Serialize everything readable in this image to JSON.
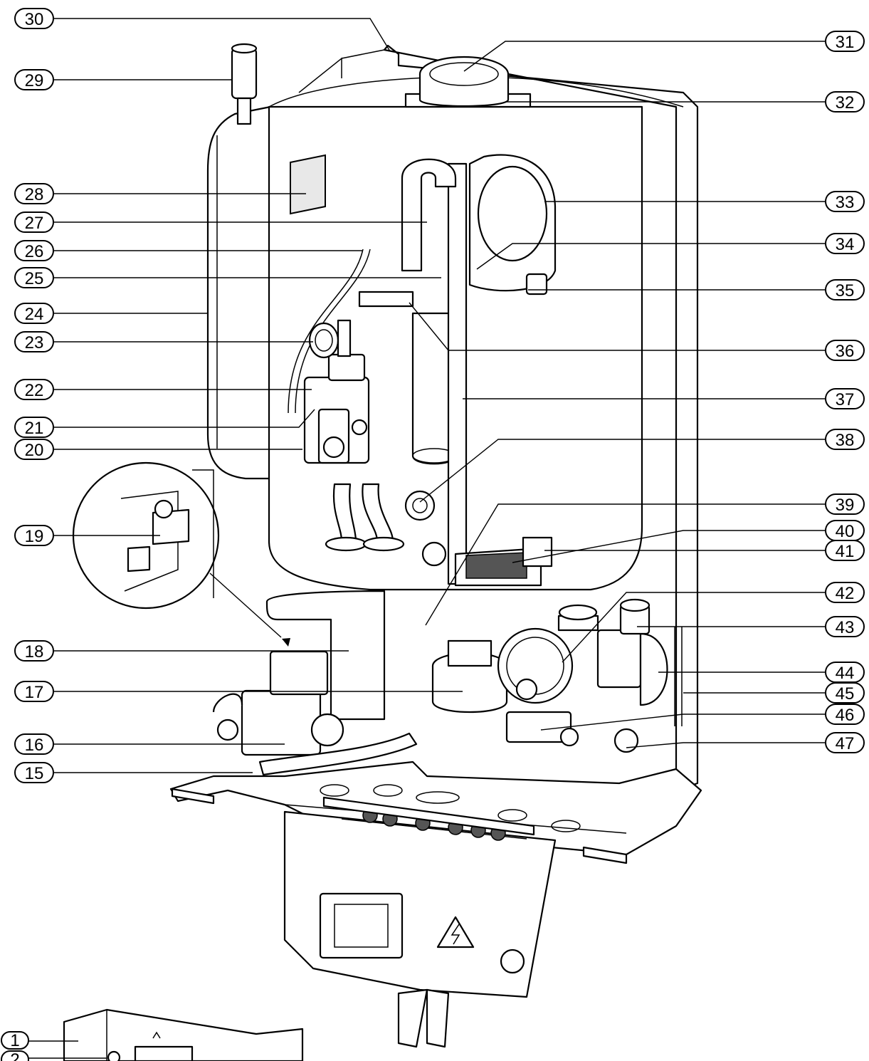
{
  "callouts_left": [
    {
      "num": "30"
    },
    {
      "num": "29"
    },
    {
      "num": "28"
    },
    {
      "num": "27"
    },
    {
      "num": "26"
    },
    {
      "num": "25"
    },
    {
      "num": "24"
    },
    {
      "num": "23"
    },
    {
      "num": "22"
    },
    {
      "num": "21"
    },
    {
      "num": "20"
    },
    {
      "num": "19"
    },
    {
      "num": "18"
    },
    {
      "num": "17"
    },
    {
      "num": "16"
    },
    {
      "num": "15"
    },
    {
      "num": "1"
    },
    {
      "num": "2"
    }
  ],
  "callouts_right": [
    {
      "num": "31"
    },
    {
      "num": "32"
    },
    {
      "num": "33"
    },
    {
      "num": "34"
    },
    {
      "num": "35"
    },
    {
      "num": "36"
    },
    {
      "num": "37"
    },
    {
      "num": "38"
    },
    {
      "num": "39"
    },
    {
      "num": "40"
    },
    {
      "num": "41"
    },
    {
      "num": "42"
    },
    {
      "num": "43"
    },
    {
      "num": "44"
    },
    {
      "num": "45"
    },
    {
      "num": "46"
    },
    {
      "num": "47"
    }
  ],
  "icons": {
    "warning": "electrical-hazard-icon",
    "arrow": "pointer-arrow-icon"
  },
  "colors": {
    "line": "#000000",
    "background": "#ffffff"
  }
}
